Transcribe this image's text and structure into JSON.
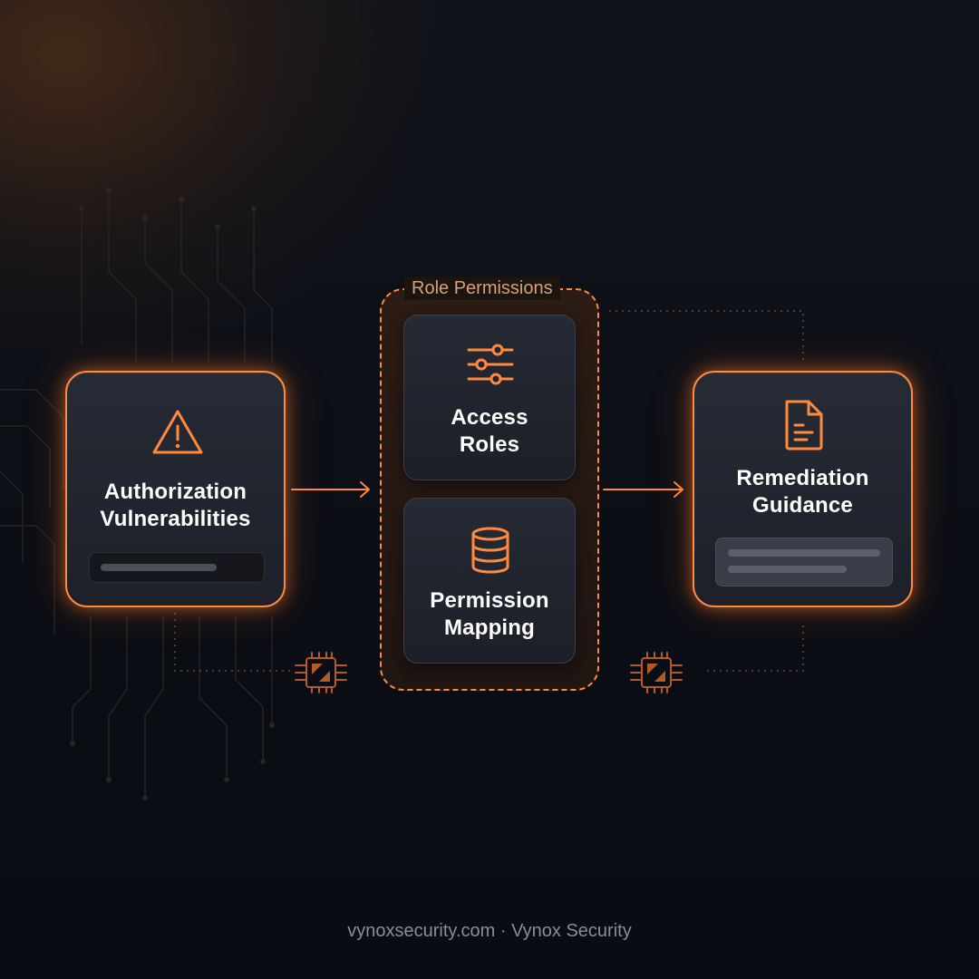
{
  "diagram": {
    "source_box": {
      "title_line1": "Authorization",
      "title_line2": "Vulnerabilities",
      "icon": "warning-triangle-icon"
    },
    "group": {
      "label": "Role Permissions",
      "items": [
        {
          "title_line1": "Access",
          "title_line2": "Roles",
          "icon": "sliders-icon"
        },
        {
          "title_line1": "Permission",
          "title_line2": "Mapping",
          "icon": "database-icon"
        }
      ]
    },
    "target_box": {
      "title_line1": "Remediation",
      "title_line2": "Guidance",
      "icon": "document-icon"
    }
  },
  "footer": {
    "text": "vynoxsecurity.com · Vynox Security"
  },
  "colors": {
    "accent": "#ff8a3d",
    "background": "#0b0e15",
    "card": "#22252e",
    "muted_text": "#8a8d95"
  }
}
